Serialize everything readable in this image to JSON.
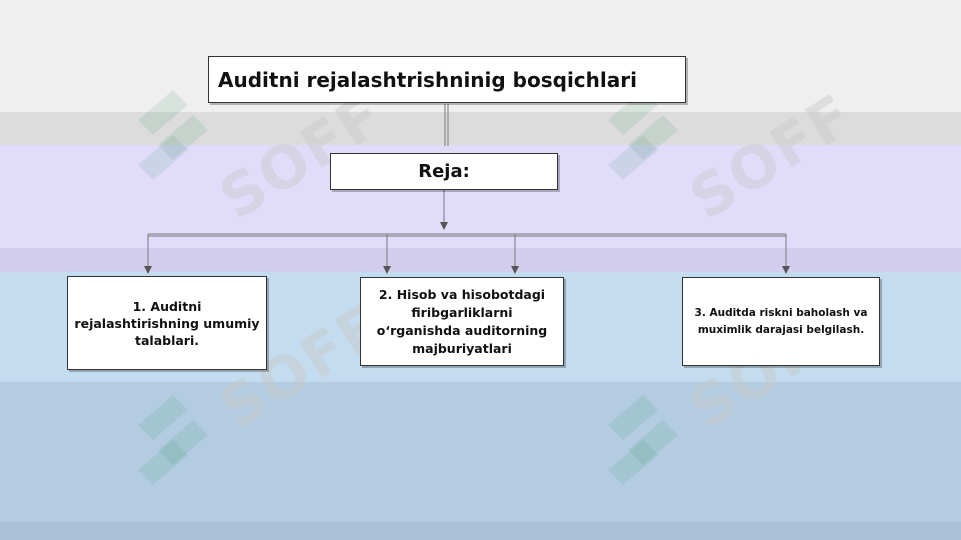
{
  "diagram": {
    "title": "Auditni rejalashtrishninig bosqichlari",
    "plan_label": "Reja:",
    "steps": [
      {
        "text": "1. Auditni rejalashtirishning umumiy talablari."
      },
      {
        "text": "2. Hisob va hisobotdagi firibgarliklarni o‘rganishda auditorning majburiyatlari"
      },
      {
        "text": "3. Auditda riskni baholash va muximlik darajasi belgilash."
      }
    ]
  },
  "watermark": {
    "text": "SOFF",
    "color": "#2f8f6f"
  },
  "colors": {
    "band_top": "#efefef",
    "band_lavender": "#e2dcfb",
    "band_light_blue": "#c4dcef",
    "band_blue": "#b3cce1",
    "connector": "#555555"
  }
}
